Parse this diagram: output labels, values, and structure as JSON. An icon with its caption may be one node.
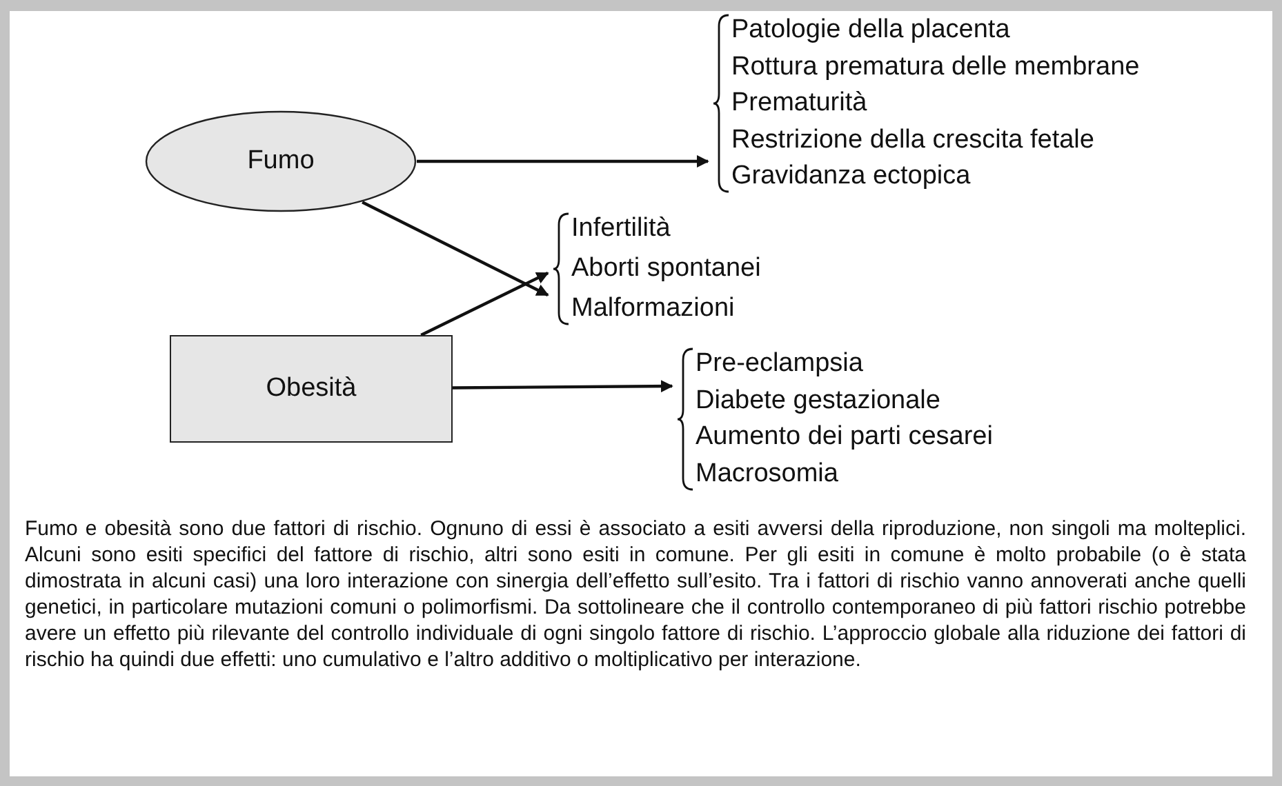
{
  "diagram": {
    "nodes": [
      {
        "text": [
          "Fumo"
        ]
      },
      {
        "text": [
          "Obesità"
        ]
      },
      {
        "text": [
          "Patologie della placenta",
          "Rottura prematura delle membrane",
          "Prematurità",
          "Restrizione della crescita fetale",
          "Gravidanza ectopica"
        ]
      },
      {
        "text": [
          "Infertilità",
          "Aborti spontanei",
          "Malformazioni"
        ]
      },
      {
        "text": [
          "Pre-eclampsia",
          "Diabete gestazionale",
          "Aumento dei parti cesarei",
          "Macrosomia"
        ]
      }
    ],
    "edges": [
      {
        "from": 0,
        "to": 2,
        "arrow": "to"
      },
      {
        "from": 0,
        "to": 3,
        "arrow": "to"
      },
      {
        "from": 1,
        "to": 3,
        "arrow": "to"
      },
      {
        "from": 1,
        "to": 4,
        "arrow": "to"
      }
    ],
    "caption": "Fumo e obesità sono due fattori di rischio. Ognuno di essi è associato a esiti avversi della riproduzione, non singoli ma molteplici. Alcuni sono esiti specifici del fattore di rischio, altri sono esiti in comune. Per gli esiti in comune è molto probabile (o è stata dimostrata in alcuni casi) una loro interazione con sinergia dell’effetto sull’esito. Tra i fattori di rischio vanno annoverati anche quelli genetici, in particolare mutazioni comuni o polimorfismi. Da sottolineare che il controllo contemporaneo di più fattori rischio potrebbe avere un effetto più rilevante del controllo individuale di ogni singolo fattore di rischio. L’approccio globale alla riduzione dei fattori di rischio ha quindi due effetti: uno cumulativo e l’altro additivo o moltiplicativo per interazione."
  }
}
